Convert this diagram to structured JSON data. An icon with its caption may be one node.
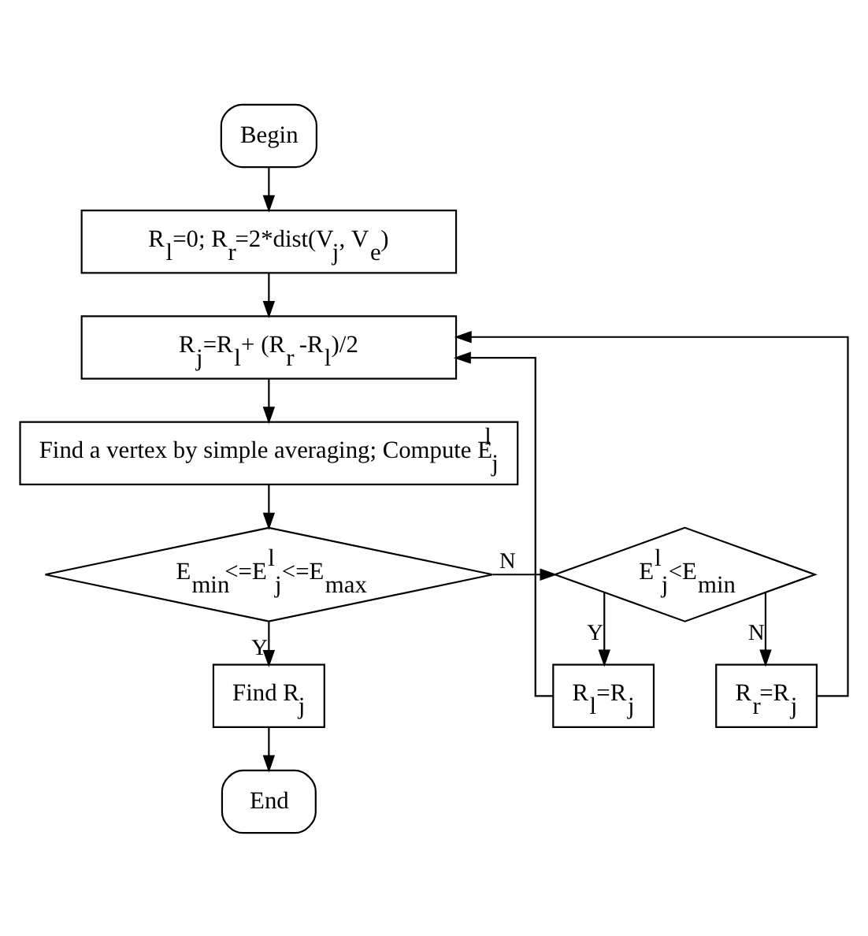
{
  "diagram": {
    "nodes": [
      {
        "text": [
          "Begin"
        ]
      },
      {
        "text": [
          "R$_{l}$=0; R$_{r}$=2*dist(V$_{j}$, V$_{e}$)"
        ]
      },
      {
        "text": [
          "R$_{j}$=R$_{l}$+ (R$_{r}$ -R$_{l}$)/2"
        ]
      },
      {
        "text": [
          "Find a vertex by simple averaging; Compute E$^{l}$$_{j}$"
        ]
      },
      {
        "text": [
          "E$_{min}$<=E$^{l}$$_{j}$<=E$_{max}$"
        ]
      },
      {
        "text": [
          "Find R$_{j}$"
        ]
      },
      {
        "text": [
          "End"
        ]
      },
      {
        "text": [
          "E$^{l}$$_{j}$<E$_{min}$"
        ]
      },
      {
        "text": [
          "R$_{l}$=R$_{j}$"
        ]
      },
      {
        "text": [
          "R$_{r}$=R$_{j}$"
        ]
      }
    ],
    "edges": [
      {
        "from": 0,
        "to": 1,
        "arrow": "to"
      },
      {
        "from": 1,
        "to": 2,
        "arrow": "to"
      },
      {
        "from": 2,
        "to": 3,
        "arrow": "to"
      },
      {
        "from": 3,
        "to": 4,
        "arrow": "to"
      },
      {
        "from": 4,
        "to": 5,
        "arrow": "to",
        "label": "Y"
      },
      {
        "from": 5,
        "to": 6,
        "arrow": "to"
      },
      {
        "from": 4,
        "to": 7,
        "arrow": "to",
        "label": "N"
      },
      {
        "from": 7,
        "to": 8,
        "arrow": "to",
        "label": "Y"
      },
      {
        "from": 7,
        "to": 9,
        "arrow": "to",
        "label": "N"
      },
      {
        "from": 8,
        "to": 2,
        "arrow": "to"
      },
      {
        "from": 9,
        "to": 2,
        "arrow": "to"
      }
    ]
  }
}
